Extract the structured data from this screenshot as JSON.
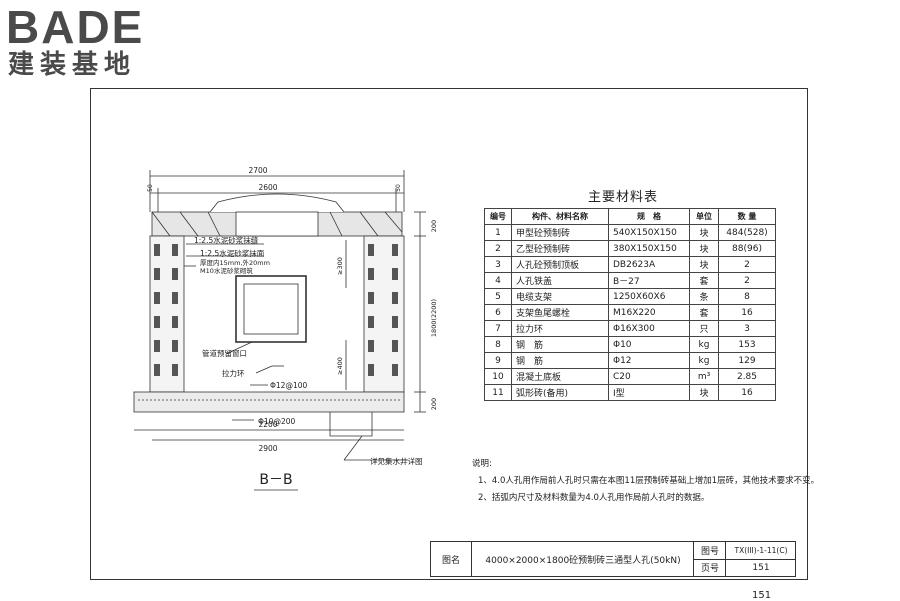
{
  "logo": {
    "brand": "BADE",
    "subtitle": "建装基地"
  },
  "drawing": {
    "dims": {
      "top_overall": "2700",
      "top_inner": "2600",
      "left_edge": "50",
      "right_edge": "50",
      "bottom_overall": "2900",
      "bottom_inner": "2200",
      "right_top": "200",
      "right_mid": "1800(2200)",
      "right_bottom": "200",
      "inner_upper": "≥300",
      "inner_lower": "≥400"
    },
    "labels": {
      "mortar_plaster": "1:2.5水泥砂浆抹缝",
      "mortar_cover": "1:2.5水泥砂浆抹面",
      "thickness": "厚度内15mm,外20mm",
      "m10": "M10水泥砂浆砌筑",
      "pipe_window": "管道预留窗口",
      "pull_ring": "拉力环",
      "rebar_top": "Φ12@100",
      "rebar_bottom": "Φ10@200",
      "sump": "详见集水井详图"
    },
    "section_label": "B－B"
  },
  "materials": {
    "title": "主要材料表",
    "headers": [
      "编号",
      "构件、材料名称",
      "规　格",
      "单位",
      "数 量"
    ],
    "rows": [
      [
        "1",
        "甲型砼预制砖",
        "540X150X150",
        "块",
        "484(528)"
      ],
      [
        "2",
        "乙型砼预制砖",
        "380X150X150",
        "块",
        "88(96)"
      ],
      [
        "3",
        "人孔砼预制顶板",
        "DB2623A",
        "块",
        "2"
      ],
      [
        "4",
        "人孔铁盖",
        "B－27",
        "套",
        "2"
      ],
      [
        "5",
        "电缆支架",
        "1250X60X6",
        "条",
        "8"
      ],
      [
        "6",
        "支架鱼尾螺栓",
        "M16X220",
        "套",
        "16"
      ],
      [
        "7",
        "拉力环",
        "Φ16X300",
        "只",
        "3"
      ],
      [
        "8",
        "钢　筋",
        "Φ10",
        "kg",
        "153"
      ],
      [
        "9",
        "钢　筋",
        "Φ12",
        "kg",
        "129"
      ],
      [
        "10",
        "混凝土底板",
        "C20",
        "m³",
        "2.85"
      ],
      [
        "11",
        "弧形砖(备用)",
        "I型",
        "块",
        "16"
      ]
    ]
  },
  "notes": {
    "heading": "说明:",
    "items": [
      "1、4.0人孔用作局前人孔时只需在本图11层预制砖基础上增加1层砖，其他技术要求不变。",
      "2、括弧内尺寸及材料数量为4.0人孔用作局前人孔时的数据。"
    ]
  },
  "title_block": {
    "name_label": "图名",
    "name": "4000×2000×1800砼预制砖三通型人孔(50kN)",
    "no_label": "图号",
    "no": "TX(III)-1-11(C)",
    "page_label": "页号",
    "page": "151"
  },
  "footer": {
    "page": "151"
  }
}
